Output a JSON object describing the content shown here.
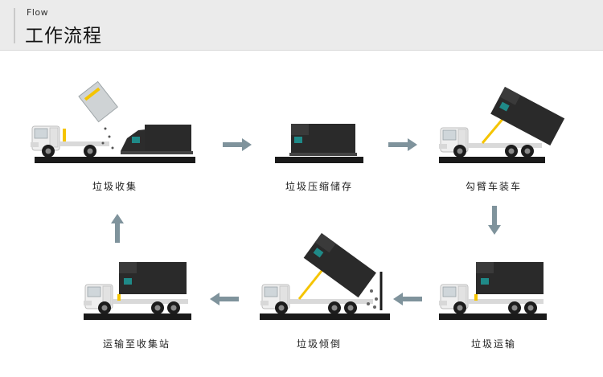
{
  "header": {
    "subtitle": "Flow",
    "title": "工作流程"
  },
  "steps": [
    {
      "label": "垃圾收集"
    },
    {
      "label": "垃圾压缩储存"
    },
    {
      "label": "勾臂车装车"
    },
    {
      "label": "垃圾运输"
    },
    {
      "label": "垃圾倾倒"
    },
    {
      "label": "运输至收集站"
    }
  ],
  "colors": {
    "arrow": "#7f939c",
    "ground": "#1a1a1a",
    "body": "#2c2c2c",
    "cab": "#e8e8e8",
    "accent": "#f5c400",
    "teal": "#1f8a88"
  }
}
